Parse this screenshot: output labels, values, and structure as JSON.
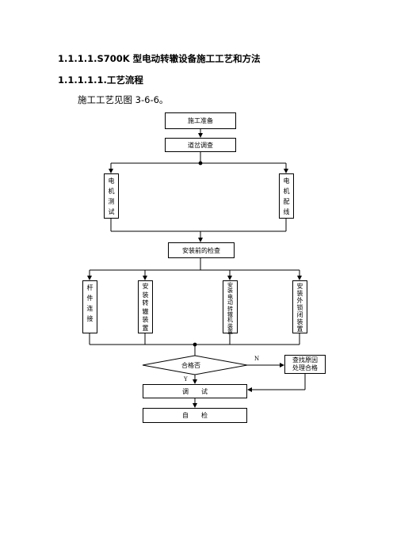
{
  "heading1": "1.1.1.1.S700K 型电动转辙设备施工工艺和方法",
  "heading2": "1.1.1.1.1.工艺流程",
  "paragraph": "施工工艺见图 3-6-6。",
  "flow": {
    "prepare": "施工准备",
    "survey": "道岔调查",
    "motor_test": "电机测试",
    "motor_wiring": "电机配线",
    "pre_install_check": "安装前的检查",
    "rod_connect": "杆件连接",
    "install_rod_device": "安装转辙装置",
    "install_motor_device": "安装电动转辙机装置",
    "install_lock_device": "安装外锁闭装置",
    "qualified": "合格否",
    "find_cause": "查找原因",
    "handle_qualified": "处理合格",
    "no_label": "N",
    "yes_label": "Y",
    "debug": "调　　试",
    "self_check": "自　　检"
  }
}
